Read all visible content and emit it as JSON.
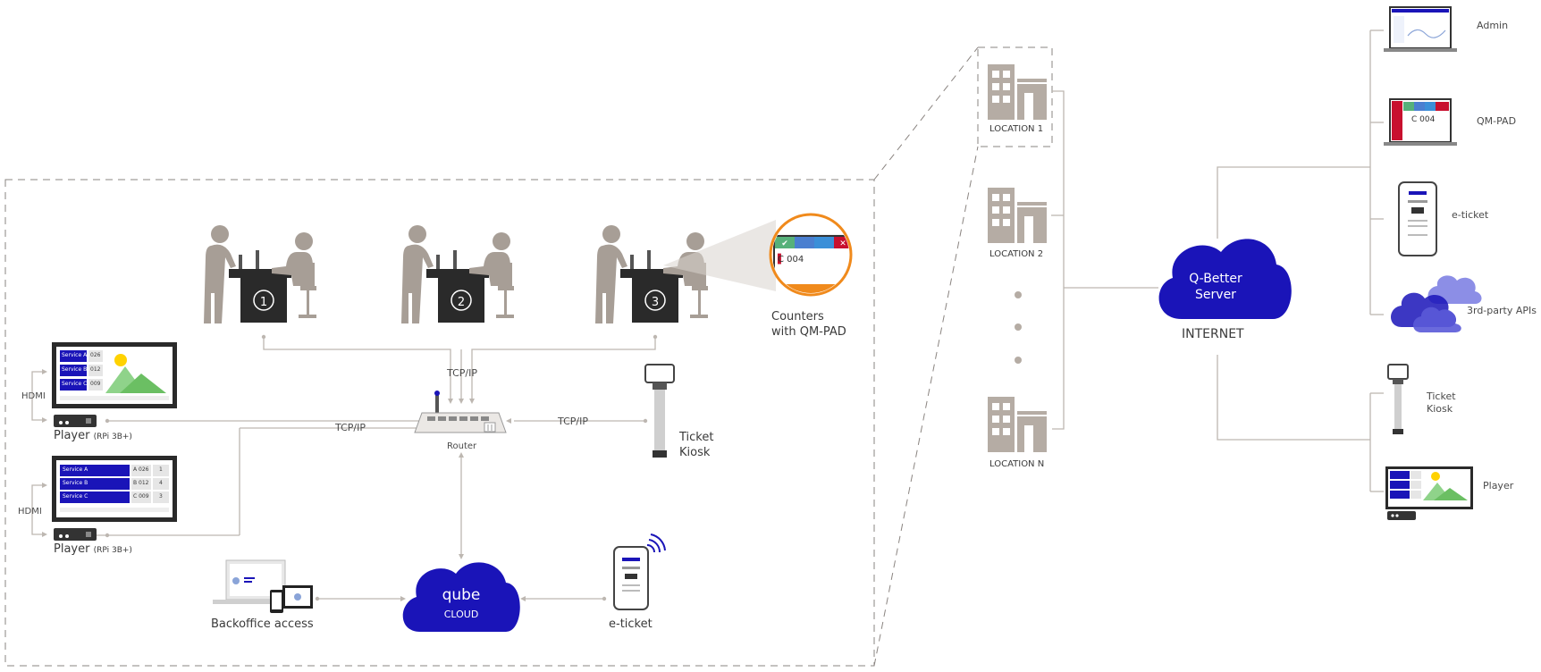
{
  "colors": {
    "navy": "#1a14b8",
    "building": "#b5aca4",
    "person": "#a79e96",
    "desk": "#2a2a2a",
    "line": "#b9b3ad",
    "orange": "#f08a1c",
    "green": "#56b17a",
    "red": "#c8102e"
  },
  "local": {
    "counters_label": [
      "Counters",
      "with QM-PAD"
    ],
    "counter_numbers": [
      "1",
      "2",
      "3"
    ],
    "qmpad_ticket": "C 004",
    "tcpip_top": "TCP/IP",
    "tcpip_left": "TCP/IP",
    "tcpip_right": "TCP/IP",
    "router": "Router",
    "hdmi": "HDMI",
    "player": "Player",
    "player_model": "(RPi 3B+)",
    "screen1_rows": [
      {
        "service": "Service A",
        "ticket": "026"
      },
      {
        "service": "Service B",
        "ticket": "012"
      },
      {
        "service": "Service C",
        "ticket": "009"
      }
    ],
    "screen2_rows": [
      {
        "service": "Service A",
        "ticket": "A 026",
        "counter": "1"
      },
      {
        "service": "Service B",
        "ticket": "B 012",
        "counter": "4"
      },
      {
        "service": "Service C",
        "ticket": "C 009",
        "counter": "3"
      }
    ],
    "ticket_kiosk": [
      "Ticket",
      "Kiosk"
    ],
    "backoffice": "Backoffice access",
    "eticket": "e-ticket",
    "cloud_brand": "qube",
    "cloud_sub": "CLOUD"
  },
  "locations": [
    "LOCATION 1",
    "LOCATION 2",
    "LOCATION N"
  ],
  "server": {
    "name": [
      "Q-Better",
      "Server"
    ],
    "internet": "INTERNET"
  },
  "clients": {
    "admin": "Admin",
    "qmpad": "QM-PAD",
    "eticket": "e-ticket",
    "apis": "3rd-party APIs",
    "kiosk": [
      "Ticket",
      "Kiosk"
    ],
    "player": "Player",
    "qmpad_ticket": "C 004"
  }
}
